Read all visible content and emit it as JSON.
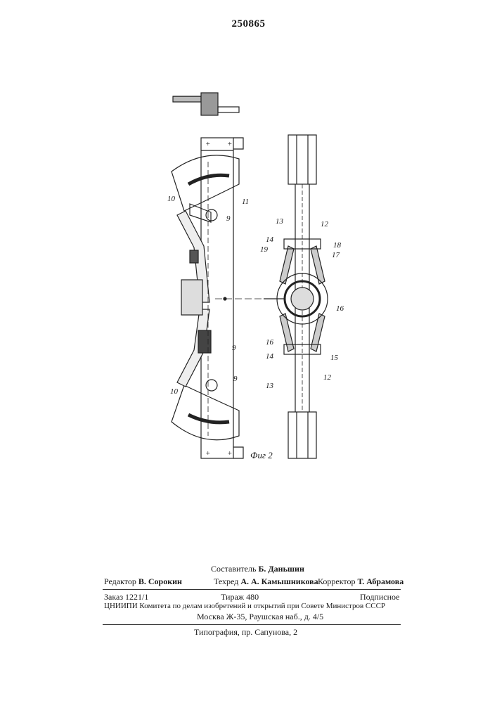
{
  "patent_number": "250865",
  "figure": {
    "caption": "Фиг 2",
    "left_view_labels": [
      "10",
      "11",
      "9",
      "9",
      "9",
      "10"
    ],
    "right_view_labels": [
      "13",
      "12",
      "14",
      "18",
      "19",
      "17",
      "16",
      "16",
      "14",
      "15",
      "13",
      "12"
    ]
  },
  "imprint": {
    "compiler_label": "Составитель",
    "compiler_name": "Б. Даньшин",
    "editor_label": "Редактор",
    "editor_name": "В. Сорокин",
    "techred_label": "Техред",
    "techred_name": "А. А. Камышникова",
    "corrector_label": "Корректор",
    "corrector_name": "Т. Абрамова",
    "order": "Заказ 1221/1",
    "print_run": "Тираж 480",
    "subscription": "Подписное",
    "org_line": "ЦНИИПИ Комитета по делам изобретений и открытий при Совете Министров СССР",
    "address": "Москва Ж-35, Раушская наб., д. 4/5",
    "printer": "Типография, пр. Сапунова, 2"
  }
}
